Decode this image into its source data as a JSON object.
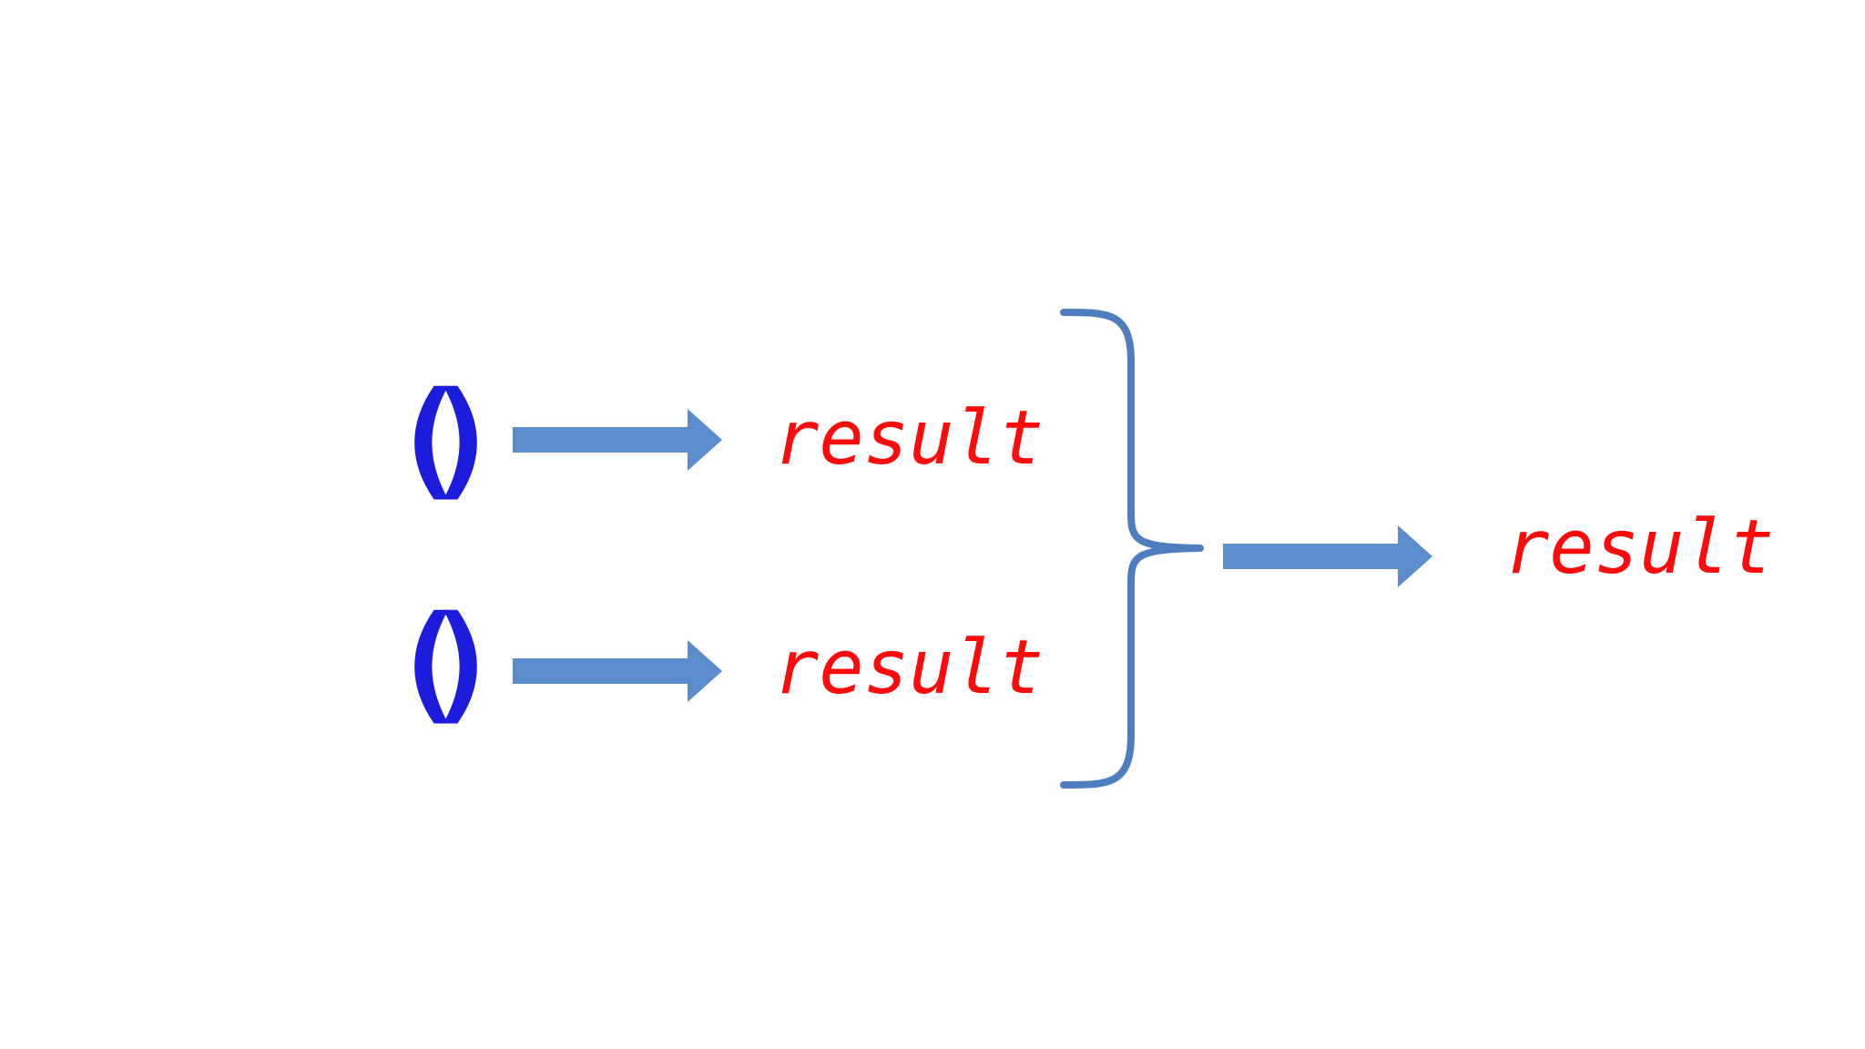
{
  "diagram": {
    "inputs": [
      {
        "label": "()",
        "output": "result"
      },
      {
        "label": "()",
        "output": "result"
      }
    ],
    "combined": {
      "output": "result"
    },
    "colors": {
      "paren": "#1c1cdc",
      "arrow": "#5b8dce",
      "brace": "#4e7ec0",
      "result": "#fb0b0b",
      "background": "#ffffff"
    }
  }
}
